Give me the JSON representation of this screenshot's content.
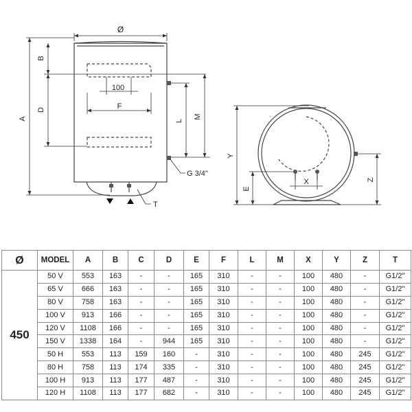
{
  "labels": {
    "diameter": "Ø",
    "A": "A",
    "B": "B",
    "D": "D",
    "L": "L",
    "M": "M",
    "F": "F",
    "E": "E",
    "X": "X",
    "Y": "Y",
    "Z": "Z",
    "T": "T",
    "dim_100": "100",
    "fitting": "G 3/4\""
  },
  "table": {
    "headers": [
      "Ø",
      "MODEL",
      "A",
      "B",
      "C",
      "D",
      "E",
      "F",
      "L",
      "M",
      "X",
      "Y",
      "Z",
      "T"
    ],
    "diameter": "450",
    "rows": [
      [
        "50 V",
        "553",
        "163",
        "-",
        "-",
        "165",
        "310",
        "-",
        "-",
        "100",
        "480",
        "-",
        "G1/2\""
      ],
      [
        "65 V",
        "666",
        "163",
        "-",
        "-",
        "165",
        "310",
        "-",
        "-",
        "100",
        "480",
        "-",
        "G1/2\""
      ],
      [
        "80 V",
        "758",
        "163",
        "-",
        "-",
        "165",
        "310",
        "-",
        "-",
        "100",
        "480",
        "-",
        "G1/2\""
      ],
      [
        "100 V",
        "913",
        "166",
        "-",
        "-",
        "165",
        "310",
        "-",
        "-",
        "100",
        "480",
        "-",
        "G1/2\""
      ],
      [
        "120 V",
        "1108",
        "166",
        "-",
        "-",
        "165",
        "310",
        "-",
        "-",
        "100",
        "480",
        "-",
        "G1/2\""
      ],
      [
        "150 V",
        "1338",
        "164",
        "-",
        "944",
        "165",
        "310",
        "-",
        "-",
        "100",
        "480",
        "-",
        "G1/2\""
      ],
      [
        "50 H",
        "553",
        "113",
        "159",
        "160",
        "-",
        "310",
        "-",
        "-",
        "100",
        "480",
        "245",
        "G1/2\""
      ],
      [
        "80 H",
        "758",
        "113",
        "174",
        "335",
        "-",
        "310",
        "-",
        "-",
        "100",
        "480",
        "245",
        "G1/2\""
      ],
      [
        "100 H",
        "913",
        "113",
        "177",
        "487",
        "-",
        "310",
        "-",
        "-",
        "100",
        "480",
        "245",
        "G1/2\""
      ],
      [
        "120 H",
        "1108",
        "113",
        "177",
        "682",
        "-",
        "310",
        "-",
        "-",
        "100",
        "480",
        "245",
        "G1/2\""
      ]
    ]
  }
}
